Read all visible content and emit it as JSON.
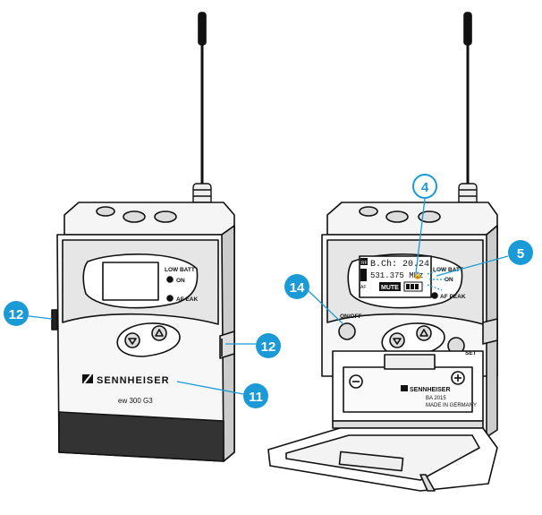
{
  "left_device": {
    "label_low_batt": "LOW BATT",
    "label_on": "ON",
    "label_af_peak": "AF  EAK",
    "brand": "SENNHEISER",
    "model": "ew 300 G3"
  },
  "right_device": {
    "lcd_line1": "B.Ch: 20.24",
    "lcd_line2": "531.375 MHz",
    "lcd_mute": "MUTE",
    "label_low_batt": "LOW BATT",
    "label_on": "ON",
    "label_af_peak": "AF PEAK",
    "label_on_off": "ON/OFF",
    "label_set": "SET",
    "battery_brand": "SENNHEISER",
    "battery_model": "BA 2015",
    "battery_origin": "MADE IN GERMANY",
    "lcd_af": "AF",
    "lcd_rf": "RF"
  },
  "callouts": {
    "c4": "4",
    "c5": "5",
    "c11": "11",
    "c12_left": "12",
    "c12_right": "12",
    "c14": "14"
  },
  "colors": {
    "callout_blue": "#1a9bd7",
    "body_light": "#f2f2f2",
    "outline": "#111111"
  }
}
